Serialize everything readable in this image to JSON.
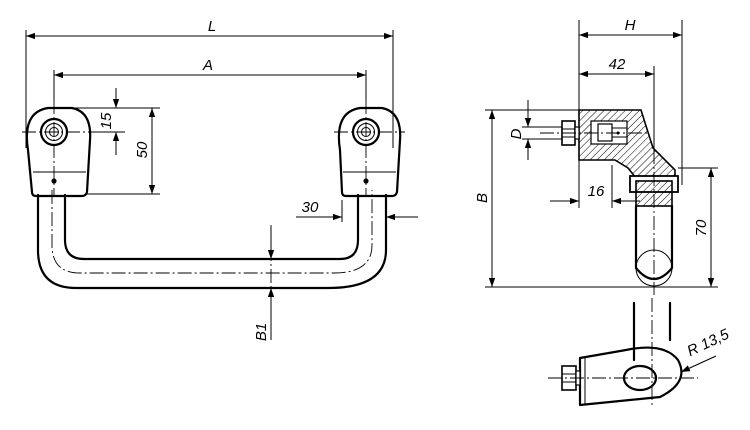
{
  "labels": {
    "L": "L",
    "A": "A",
    "d15": "15",
    "d50": "50",
    "d30": "30",
    "B1": "B1",
    "H": "H",
    "d42": "42",
    "D": "D",
    "B": "B",
    "d16": "16",
    "d70": "70",
    "R": "R 13,5"
  }
}
